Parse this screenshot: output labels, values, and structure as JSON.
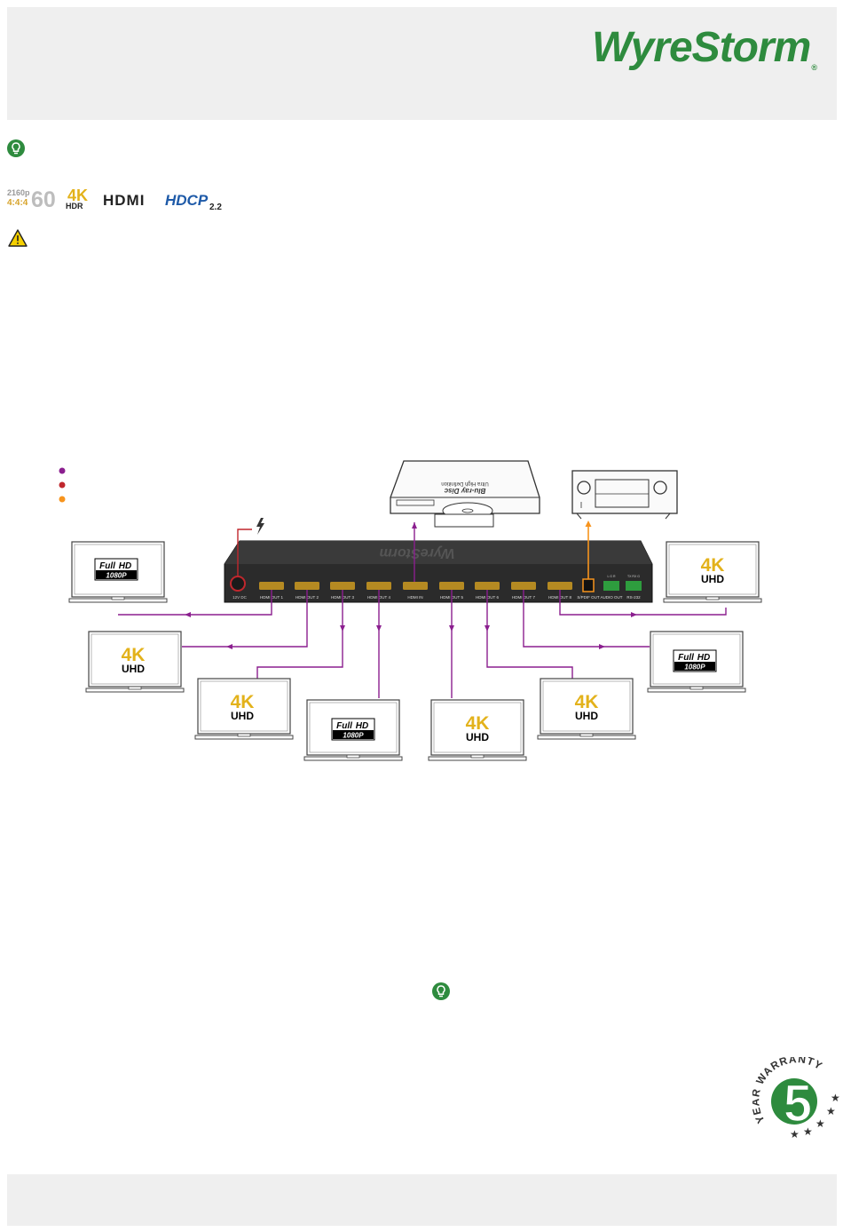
{
  "brand": {
    "logo_text": "WyreStorm",
    "reg_mark": "®",
    "accent": "#2e8b3e"
  },
  "icons": {
    "tip": "lightbulb-icon",
    "warning": "warning-icon"
  },
  "formats": {
    "resolution_top": "2160p",
    "resolution_chroma": "4:4:4",
    "framerate": "60",
    "k4": "4K",
    "hdr": "HDR",
    "hdmi": "HDMI",
    "hdcp": "HDCP",
    "hdcp_ver": "2.2"
  },
  "device": {
    "brand_mirrored": "WyreStorm",
    "power_label": "12V DC",
    "ports": [
      "HDMI OUT 1",
      "HDMI OUT 2",
      "HDMI OUT 3",
      "HDMI OUT 4",
      "HDMI IN",
      "HDMI OUT 5",
      "HDMI OUT 6",
      "HDMI OUT 7",
      "HDMI OUT 8",
      "S/PDIF OUT",
      "AUDIO OUT",
      "RS-232"
    ],
    "audio_pins": "L G R",
    "rs232_pins": "TX RX G"
  },
  "bluray": {
    "line1": "Ultra High Definition",
    "line2": "Blu-ray Disc"
  },
  "displays": {
    "fullhd_a": "Full",
    "fullhd_b": "HD",
    "fullhd_c": "1080P",
    "uhd_a": "4K",
    "uhd_b": "UHD"
  },
  "legend_colors": [
    "#8b1f8f",
    "#c0272d",
    "#f7941d"
  ],
  "warranty": {
    "arc": "YEAR WARRANTY",
    "number": "5"
  }
}
